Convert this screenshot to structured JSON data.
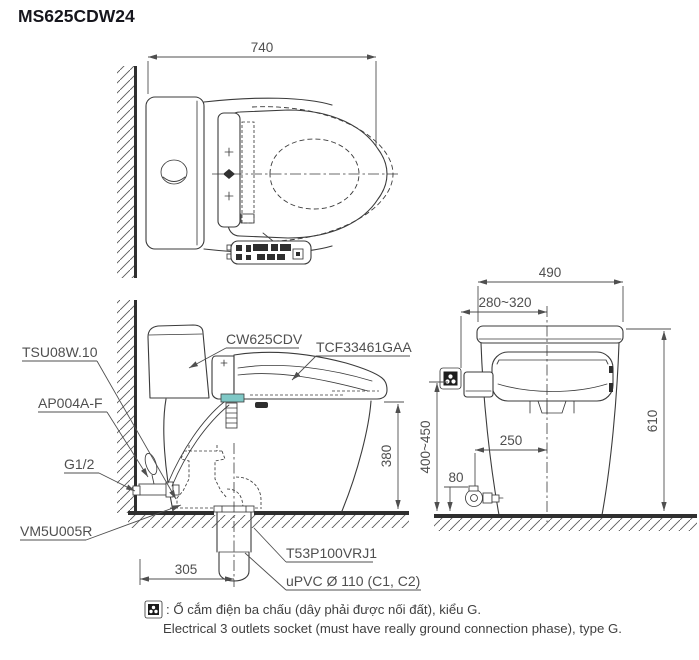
{
  "title": "MS625CDW24",
  "colors": {
    "line": "#3b3b3b",
    "label": "#4f4f4f",
    "accent_teal": "#7fc8c6",
    "title_text": "#16161d"
  },
  "top_view": {
    "dim_depth": "740"
  },
  "side_view": {
    "label_supply_set": "TSU08W.10",
    "label_bowl": "CW625CDV",
    "label_washlet": "TCF33461GAA",
    "label_angle_valve": "AP004A-F",
    "label_thread": "G1/2",
    "label_connector": "VM5U005R",
    "label_flange": "T53P100VRJ1",
    "label_drain_pipe": "uPVC Ø 110 (C1, C2)",
    "dim_rim_height": "380",
    "dim_drain_offset": "305"
  },
  "front_view": {
    "dim_width": "490",
    "dim_supply_range": "280~320",
    "dim_total_height": "610",
    "dim_socket_height": "400~450",
    "dim_valve_offset": "250",
    "dim_valve_height": "80"
  },
  "note": {
    "line_vi": ": Ổ cắm điện ba chấu (dây phải được nối đất), kiểu G.",
    "line_en": "Electrical 3 outlets socket (must have really ground connection phase), type G."
  },
  "icons": {
    "socket": "power-socket-icon"
  }
}
